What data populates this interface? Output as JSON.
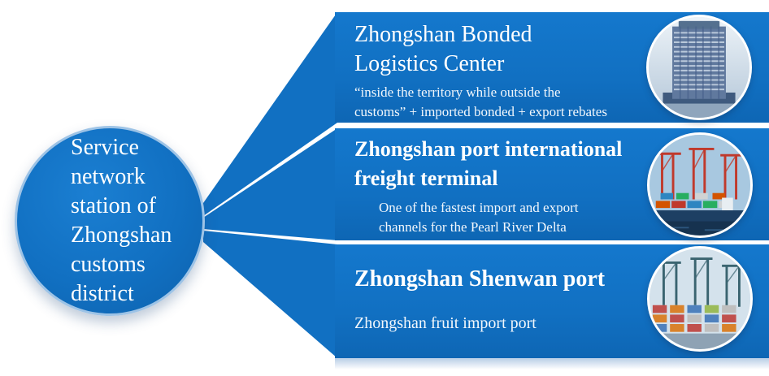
{
  "diagram": {
    "hub": {
      "label": "Service\nnetwork\nstation of\nZhongshan\ncustoms\ndistrict"
    },
    "panels": [
      {
        "title": "Zhongshan Bonded\nLogistics Center",
        "subtitle": "“inside the territory while outside the\ncustoms” + imported bonded + export rebates",
        "image": "bonded-logistics-center-building-photo"
      },
      {
        "title": "Zhongshan port international\nfreight terminal",
        "subtitle": "One of the fastest import and export\nchannels for the Pearl River Delta",
        "image": "freight-terminal-cranes-photo"
      },
      {
        "title": "Zhongshan Shenwan port",
        "subtitle": "Zhongshan fruit import port",
        "image": "shenwan-container-port-photo"
      }
    ],
    "colors": {
      "primary_blue": "#1170c2",
      "ring_light_blue": "#9dc3e6",
      "text_white": "#ffffff"
    }
  }
}
